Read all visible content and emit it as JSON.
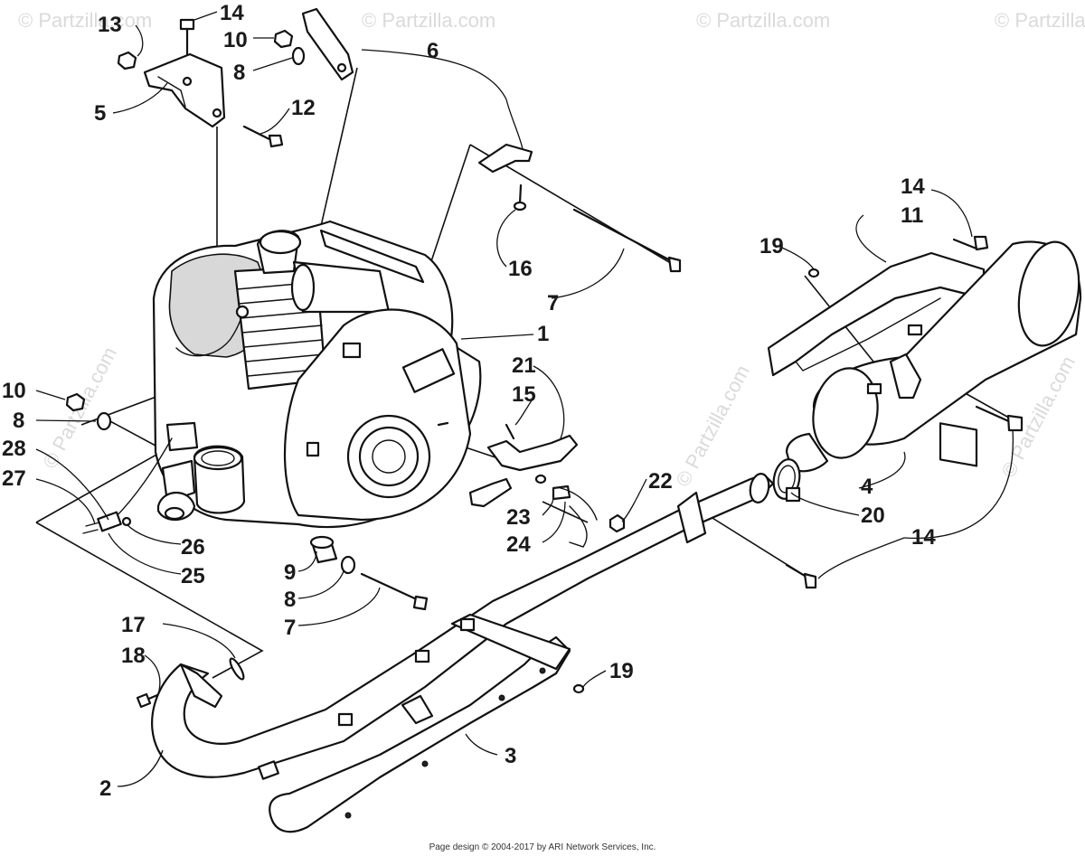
{
  "diagram": {
    "watermark": "© Partzilla.com",
    "footer": "Page design © 2004-2017 by ARI Network Services, Inc.",
    "callouts": {
      "c1": "1",
      "c2": "2",
      "c3": "3",
      "c4": "4",
      "c5": "5",
      "c6": "6",
      "c7a": "7",
      "c7b": "7",
      "c8a": "8",
      "c8b": "8",
      "c8c": "8",
      "c9": "9",
      "c10a": "10",
      "c10b": "10",
      "c11": "11",
      "c12": "12",
      "c13": "13",
      "c14a": "14",
      "c14b": "14",
      "c14c": "14",
      "c15": "15",
      "c16": "16",
      "c17": "17",
      "c18": "18",
      "c19a": "19",
      "c19b": "19",
      "c20": "20",
      "c21": "21",
      "c22": "22",
      "c23": "23",
      "c24": "24",
      "c25": "25",
      "c26": "26",
      "c27": "27",
      "c28": "28"
    }
  }
}
